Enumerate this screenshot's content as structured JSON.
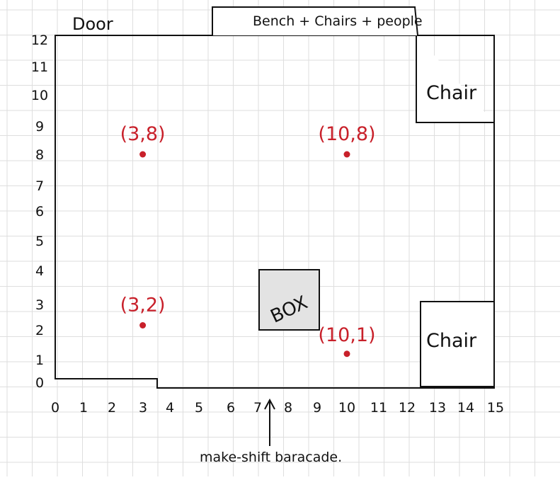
{
  "colors": {
    "grid": "#dedede",
    "ink": "#111111",
    "point": "#c8202a",
    "box_fill": "#e3e3e3"
  },
  "labels": {
    "door": "Door",
    "bench": "Bench + Chairs + people",
    "chair_top": "Chair",
    "chair_bottom": "Chair",
    "box": "BOX",
    "barricade": "make-shift baracade."
  },
  "x_ticks": [
    "0",
    "1",
    "2",
    "3",
    "4",
    "5",
    "6",
    "7",
    "8",
    "9",
    "10",
    "11",
    "12",
    "13",
    "14",
    "15"
  ],
  "y_ticks": [
    "0",
    "1",
    "2",
    "3",
    "4",
    "5",
    "6",
    "7",
    "8",
    "9",
    "10",
    "11",
    "12"
  ],
  "points": [
    {
      "label": "(3,8)",
      "x": 3,
      "y": 8
    },
    {
      "label": "(10,8)",
      "x": 10,
      "y": 8
    },
    {
      "label": "(3,2)",
      "x": 3,
      "y": 2
    },
    {
      "label": "(10,1)",
      "x": 10,
      "y": 1
    }
  ]
}
